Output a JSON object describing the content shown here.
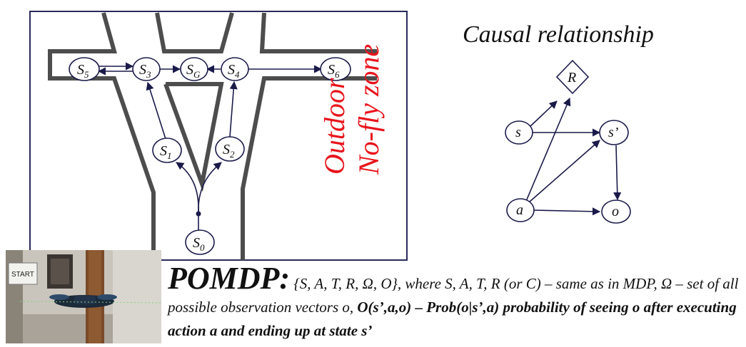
{
  "map": {
    "states": [
      {
        "id": "s5",
        "letter": "S",
        "sub": "5"
      },
      {
        "id": "s3",
        "letter": "S",
        "sub": "3"
      },
      {
        "id": "sg",
        "letter": "S",
        "sub": "G"
      },
      {
        "id": "s4",
        "letter": "S",
        "sub": "4"
      },
      {
        "id": "s6",
        "letter": "S",
        "sub": "6"
      },
      {
        "id": "s1",
        "letter": "S",
        "sub": "1"
      },
      {
        "id": "s2",
        "letter": "S",
        "sub": "2"
      },
      {
        "id": "s0",
        "letter": "S",
        "sub": "0"
      }
    ],
    "zone_line1": "Outdoor",
    "zone_line2": "No-fly zone",
    "zone_color": "#e8141c"
  },
  "causal": {
    "title": "Causal relationship",
    "nodes": {
      "r": "R",
      "s": "s",
      "sp": "s’",
      "a": "a",
      "o": "o"
    }
  },
  "photo": {
    "sign": "START"
  },
  "pomdp": {
    "heading": "POMDP:",
    "tuple": "{S, A, T, R, Ω, O}",
    "text1": ", where S, A, T, R (or C)  – same as in MDP, Ω – set of all possible observation vectors o, ",
    "bold1": "O(s’,a,o) – Prob(o|s’,a) probability of seeing o after executing action a and ending up at state s’"
  }
}
